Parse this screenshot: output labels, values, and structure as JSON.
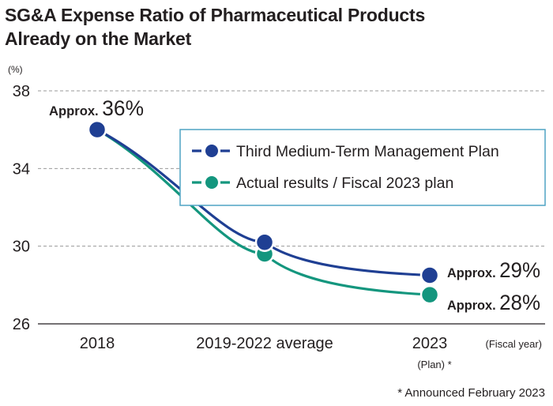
{
  "chart_data": {
    "type": "line",
    "title_line1": "SG&A Expense Ratio of Pharmaceutical Products",
    "title_line2": "Already on the Market",
    "y_unit": "(%)",
    "x_unit": "(Fiscal year)",
    "ylim": [
      26,
      38
    ],
    "yticks": [
      "38",
      "34",
      "30",
      "26"
    ],
    "categories": [
      "2018",
      "2019-2022 average",
      "2023"
    ],
    "category_sublabels": [
      "",
      "",
      "(Plan) *"
    ],
    "grid": true,
    "legend_position": "top-right",
    "series": [
      {
        "name": "Third Medium-Term Management Plan",
        "color": "#1f3f93",
        "values": [
          36,
          30.2,
          28.5
        ]
      },
      {
        "name": "Actual results / Fiscal 2023 plan",
        "color": "#14967e",
        "values": [
          36,
          29.6,
          27.5
        ]
      }
    ],
    "annotations": [
      {
        "prefix": "Approx.",
        "value": "36%"
      },
      {
        "prefix": "Approx.",
        "value": "29%"
      },
      {
        "prefix": "Approx.",
        "value": "28%"
      }
    ]
  },
  "footnote": "* Announced February 2023"
}
